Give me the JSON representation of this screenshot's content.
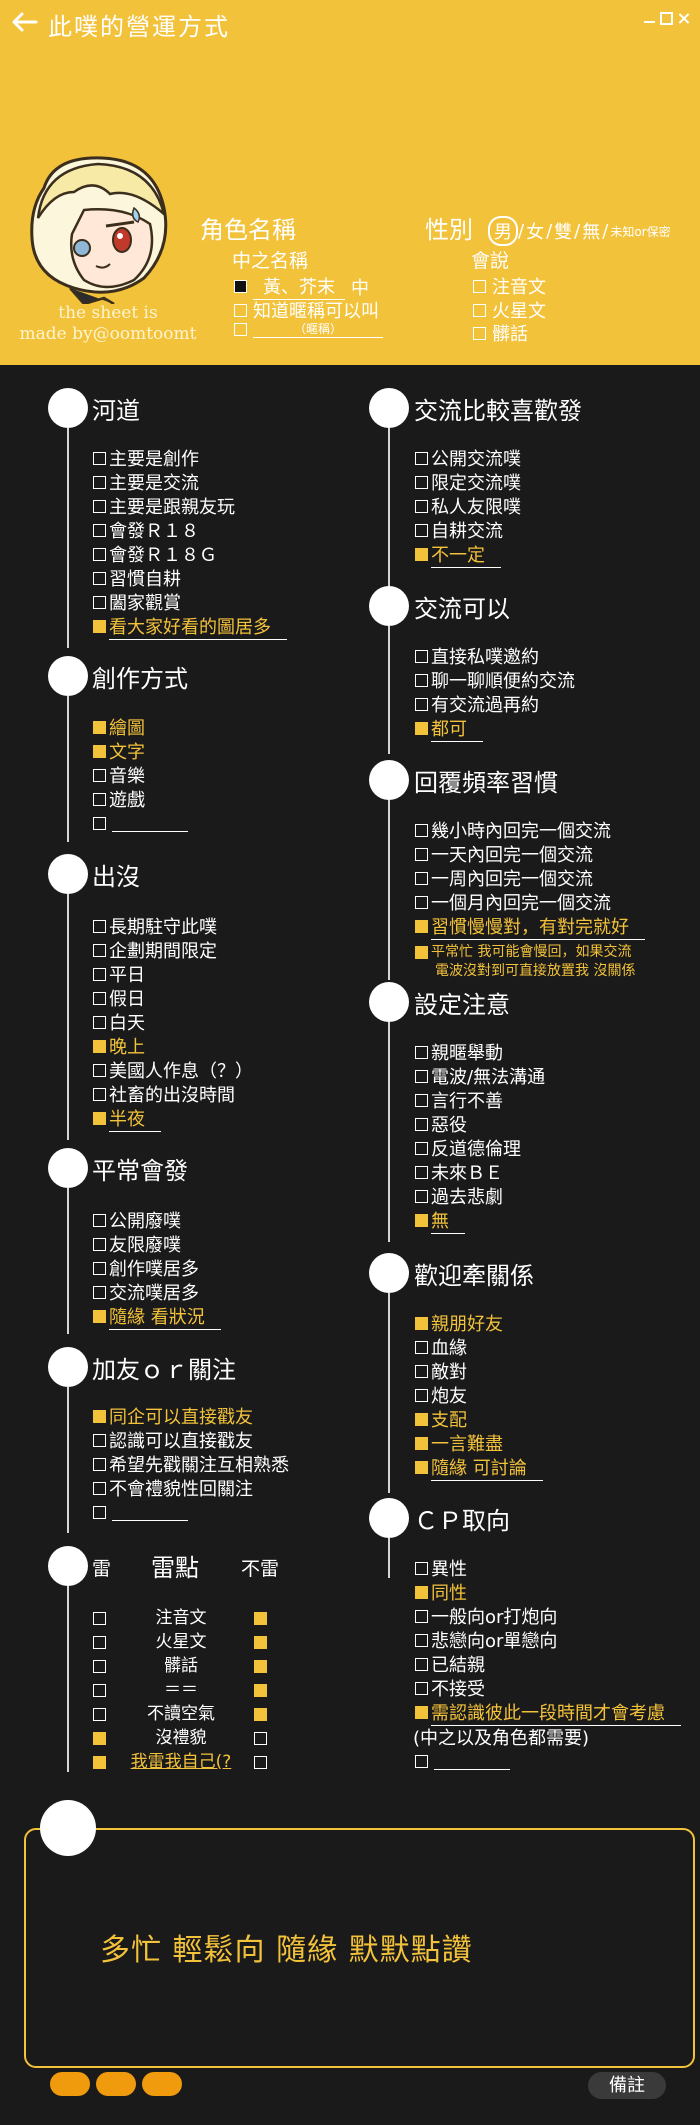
{
  "header": {
    "title": "此噗的營運方式",
    "role_name_label": "角色名稱",
    "gender_label": "性別",
    "gender_options": [
      "男",
      "女",
      "雙",
      "無"
    ],
    "gender_selected": "男",
    "gender_note": "未知or保密",
    "cn_name_label": "中之名稱",
    "cn_name_value": "黃、芥末",
    "cn_name_suffix": "中",
    "nickname_ok": "知道暱稱可以叫",
    "nickname_placeholder": "（暱稱）",
    "can_speak_label": "會說",
    "languages": [
      "注音文",
      "火星文",
      "髒話"
    ],
    "credit_line1": "the sheet is",
    "credit_line2": "made by@oomtoomt",
    "accent_color": "#f3c23b"
  },
  "river": {
    "title": "河道",
    "items": [
      {
        "label": "主要是創作",
        "checked": false
      },
      {
        "label": "主要是交流",
        "checked": false
      },
      {
        "label": "主要是跟親友玩",
        "checked": false
      },
      {
        "label": "會發Ｒ１８",
        "checked": false
      },
      {
        "label": "會發Ｒ１８Ｇ",
        "checked": false
      },
      {
        "label": "習慣自耕",
        "checked": false
      },
      {
        "label": "闔家觀賞",
        "checked": false
      },
      {
        "label": "看大家好看的圖居多",
        "checked": true
      }
    ]
  },
  "creation": {
    "title": "創作方式",
    "items": [
      {
        "label": "繪圖",
        "checked": true
      },
      {
        "label": "文字",
        "checked": true
      },
      {
        "label": "音樂",
        "checked": false
      },
      {
        "label": "遊戲",
        "checked": false
      }
    ]
  },
  "appear": {
    "title": "出沒",
    "items": [
      {
        "label": "長期駐守此噗",
        "checked": false
      },
      {
        "label": "企劃期間限定",
        "checked": false
      },
      {
        "label": "平日",
        "checked": false
      },
      {
        "label": "假日",
        "checked": false
      },
      {
        "label": "白天",
        "checked": false
      },
      {
        "label": "晚上",
        "checked": true
      },
      {
        "label": "美國人作息（？）",
        "checked": false
      },
      {
        "label": "社畜的出沒時間",
        "checked": false
      },
      {
        "label": "半夜",
        "checked": true
      }
    ]
  },
  "usual": {
    "title": "平常會發",
    "items": [
      {
        "label": "公開廢噗",
        "checked": false
      },
      {
        "label": "友限廢噗",
        "checked": false
      },
      {
        "label": "創作噗居多",
        "checked": false
      },
      {
        "label": "交流噗居多",
        "checked": false
      },
      {
        "label": "隨緣 看狀況",
        "checked": true
      }
    ]
  },
  "follow": {
    "title": "加友ｏｒ關注",
    "items": [
      {
        "label": "同企可以直接戳友",
        "checked": true
      },
      {
        "label": "認識可以直接戳友",
        "checked": false
      },
      {
        "label": "希望先戳關注互相熟悉",
        "checked": false
      },
      {
        "label": "不會禮貌性回關注",
        "checked": false
      }
    ]
  },
  "thunder": {
    "title": "雷點",
    "left_label": "雷",
    "right_label": "不雷",
    "rows": [
      {
        "label": "注音文",
        "is_thunder": false,
        "not_thunder": true
      },
      {
        "label": "火星文",
        "is_thunder": false,
        "not_thunder": true
      },
      {
        "label": "髒話",
        "is_thunder": false,
        "not_thunder": true
      },
      {
        "label": "＝＝",
        "is_thunder": false,
        "not_thunder": true
      },
      {
        "label": "不讀空氣",
        "is_thunder": false,
        "not_thunder": true
      },
      {
        "label": "沒禮貌",
        "is_thunder": true,
        "not_thunder": false
      },
      {
        "label": "我雷我自己(?",
        "is_thunder": true,
        "not_thunder": false
      }
    ]
  },
  "exchange_pref": {
    "title": "交流比較喜歡發",
    "items": [
      {
        "label": "公開交流噗",
        "checked": false
      },
      {
        "label": "限定交流噗",
        "checked": false
      },
      {
        "label": "私人友限噗",
        "checked": false
      },
      {
        "label": "自耕交流",
        "checked": false
      },
      {
        "label": "不一定",
        "checked": true
      }
    ]
  },
  "exchange_ok": {
    "title": "交流可以",
    "items": [
      {
        "label": "直接私噗邀約",
        "checked": false
      },
      {
        "label": "聊一聊順便約交流",
        "checked": false
      },
      {
        "label": "有交流過再約",
        "checked": false
      },
      {
        "label": "都可",
        "checked": true
      }
    ]
  },
  "reply": {
    "title": "回覆頻率習慣",
    "items": [
      {
        "label": "幾小時內回完一個交流",
        "checked": false
      },
      {
        "label": "一天內回完一個交流",
        "checked": false
      },
      {
        "label": "一周內回完一個交流",
        "checked": false
      },
      {
        "label": "一個月內回完一個交流",
        "checked": false
      },
      {
        "label": "習慣慢慢對，有對完就好",
        "checked": true
      }
    ],
    "note_line1": "平常忙 我可能會慢回，如果交流",
    "note_line2": "電波沒對到可直接放置我 沒關係"
  },
  "setting": {
    "title": "設定注意",
    "items": [
      {
        "label": "親暱舉動",
        "checked": false
      },
      {
        "label": "電波/無法溝通",
        "checked": false
      },
      {
        "label": "言行不善",
        "checked": false
      },
      {
        "label": "惡役",
        "checked": false
      },
      {
        "label": "反道德倫理",
        "checked": false
      },
      {
        "label": "未來ＢＥ",
        "checked": false
      },
      {
        "label": "過去悲劇",
        "checked": false
      },
      {
        "label": "無",
        "checked": true
      }
    ]
  },
  "relation": {
    "title": "歡迎牽關係",
    "items": [
      {
        "label": "親朋好友",
        "checked": true
      },
      {
        "label": "血緣",
        "checked": false
      },
      {
        "label": "敵對",
        "checked": false
      },
      {
        "label": "炮友",
        "checked": false
      },
      {
        "label": "支配",
        "checked": true
      },
      {
        "label": "一言難盡",
        "checked": true
      },
      {
        "label": "隨緣 可討論",
        "checked": true
      }
    ]
  },
  "cp": {
    "title": "ＣＰ取向",
    "items": [
      {
        "label": "異性",
        "checked": false
      },
      {
        "label": "同性",
        "checked": true
      },
      {
        "label": "一般向or打炮向",
        "checked": false
      },
      {
        "label": "悲戀向or單戀向",
        "checked": false
      },
      {
        "label": "已結親",
        "checked": false
      },
      {
        "label": "不接受",
        "checked": false
      },
      {
        "label": "需認識彼此一段時間才會考慮",
        "checked": true
      }
    ],
    "extra_line": "(中之以及角色都需要)"
  },
  "note": {
    "text": "多忙 輕鬆向 隨緣 默默點讚",
    "remark_button": "備註"
  }
}
